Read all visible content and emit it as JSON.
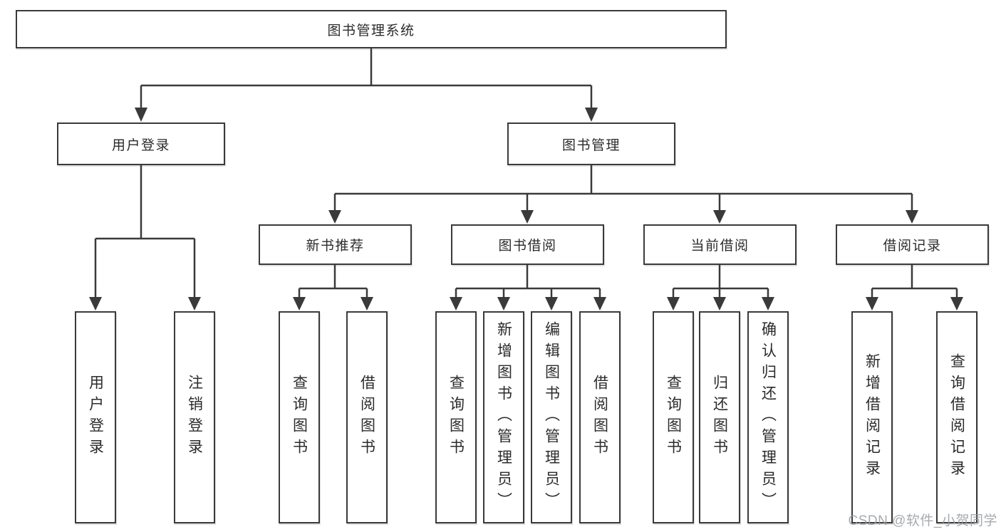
{
  "tree": {
    "root": {
      "label": "图书管理系统",
      "children": [
        {
          "label": "用户登录",
          "children": [
            {
              "label": "用户登录"
            },
            {
              "label": "注销登录"
            }
          ]
        },
        {
          "label": "图书管理",
          "children": [
            {
              "label": "新书推荐",
              "children": [
                {
                  "label": "查询图书"
                },
                {
                  "label": "借阅图书"
                }
              ]
            },
            {
              "label": "图书借阅",
              "children": [
                {
                  "label": "查询图书"
                },
                {
                  "label": "新增图书（管理员）"
                },
                {
                  "label": "编辑图书（管理员）"
                },
                {
                  "label": "借阅图书"
                }
              ]
            },
            {
              "label": "当前借阅",
              "children": [
                {
                  "label": "查询图书"
                },
                {
                  "label": "归还图书"
                },
                {
                  "label": "确认归还（管理员）"
                }
              ]
            },
            {
              "label": "借阅记录",
              "children": [
                {
                  "label": "新增借阅记录"
                },
                {
                  "label": "查询借阅记录"
                }
              ]
            }
          ]
        }
      ]
    }
  },
  "watermark": {
    "text": "CSDN @软件_小贺同学"
  },
  "colors": {
    "line": "#3a3a3a",
    "text": "#2b2b2b",
    "background": "#ffffff",
    "watermark": "#969ba0"
  }
}
